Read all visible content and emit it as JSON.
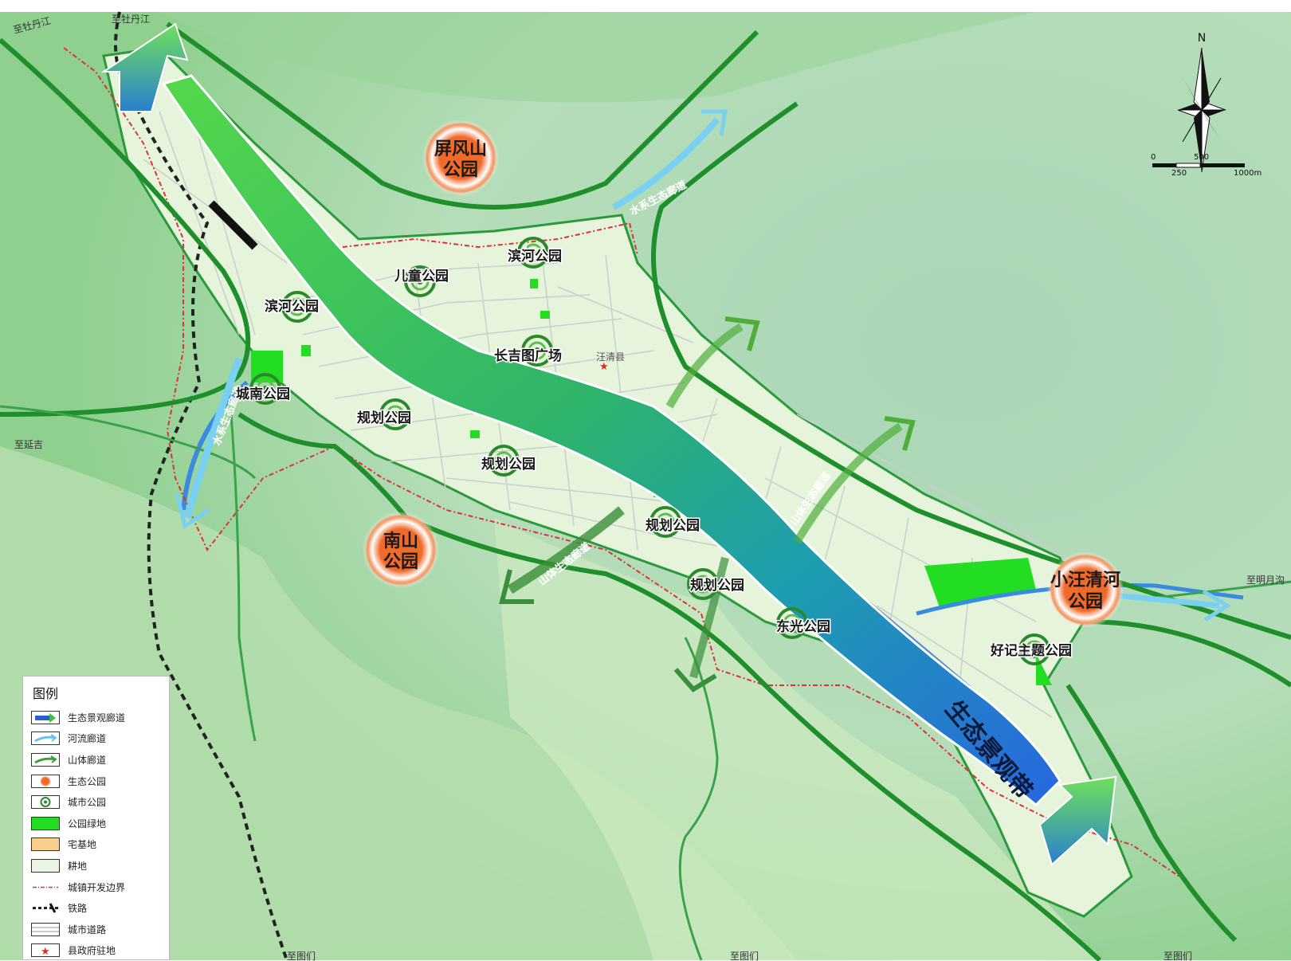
{
  "map": {
    "band_label": "生态景观带",
    "county_seat": "汪清县",
    "eco_parks": [
      {
        "id": "pingfengshan",
        "line1": "屏风山",
        "line2": "公园"
      },
      {
        "id": "nanshan",
        "line1": "南山",
        "line2": "公园"
      },
      {
        "id": "xiaowang",
        "line1": "小汪清河",
        "line2": "公园"
      }
    ],
    "city_parks": [
      {
        "id": "binhe-1",
        "label": "滨河公园"
      },
      {
        "id": "ertong",
        "label": "儿童公园"
      },
      {
        "id": "binhe-2",
        "label": "滨河公园"
      },
      {
        "id": "changjitu",
        "label": "长吉图广场"
      },
      {
        "id": "chengnan",
        "label": "城南公园"
      },
      {
        "id": "guihua-1",
        "label": "规划公园"
      },
      {
        "id": "guihua-2",
        "label": "规划公园"
      },
      {
        "id": "guihua-3",
        "label": "规划公园"
      },
      {
        "id": "guihua-4",
        "label": "规划公园"
      },
      {
        "id": "dongguang",
        "label": "东光公园"
      },
      {
        "id": "haoji",
        "label": "好记主题公园"
      }
    ],
    "corridors": [
      {
        "id": "water-ne",
        "label": "水系生态廊道"
      },
      {
        "id": "water-sw",
        "label": "水系生态廊道"
      },
      {
        "id": "mountain-e",
        "label": "山体生态廊道"
      },
      {
        "id": "mountain-s",
        "label": "山体生态廊道"
      }
    ],
    "destinations": [
      {
        "id": "to-mudanjiang-1",
        "label": "至牡丹江"
      },
      {
        "id": "to-mudanjiang-2",
        "label": "至牡丹江"
      },
      {
        "id": "to-yanji",
        "label": "至延吉"
      },
      {
        "id": "to-mingyue",
        "label": "至明月沟"
      },
      {
        "id": "to-tumen-1",
        "label": "至图们"
      },
      {
        "id": "to-tumen-2",
        "label": "至图们"
      },
      {
        "id": "to-tumen-3",
        "label": "至图们"
      }
    ]
  },
  "compass": {
    "north": "N",
    "scale_top": [
      "0",
      "500"
    ],
    "scale_bottom": [
      "250",
      "1000m"
    ]
  },
  "legend": {
    "title": "图例",
    "items": [
      {
        "id": "eco-corridor",
        "label": "生态景观廊道"
      },
      {
        "id": "river-corridor",
        "label": "河流廊道"
      },
      {
        "id": "mountain-corridor",
        "label": "山体廊道"
      },
      {
        "id": "eco-park",
        "label": "生态公园"
      },
      {
        "id": "city-park",
        "label": "城市公园"
      },
      {
        "id": "park-green",
        "label": "公园绿地"
      },
      {
        "id": "homestead",
        "label": "宅基地"
      },
      {
        "id": "farmland",
        "label": "耕地"
      },
      {
        "id": "dev-boundary",
        "label": "城镇开发边界"
      },
      {
        "id": "railway",
        "label": "铁路"
      },
      {
        "id": "city-road",
        "label": "城市道路"
      },
      {
        "id": "gov-seat",
        "label": "县政府驻地"
      }
    ]
  },
  "colors": {
    "eco_park": "#f06a2a",
    "city_park_ring": "#3a9a2a",
    "park_green": "#22dd22",
    "homestead": "#f7cf8a",
    "farmland": "#e8f5e0",
    "dev_boundary": "#e0303a",
    "river": "#2f6fd0",
    "mountain_arrow": "#2f9a3a"
  }
}
